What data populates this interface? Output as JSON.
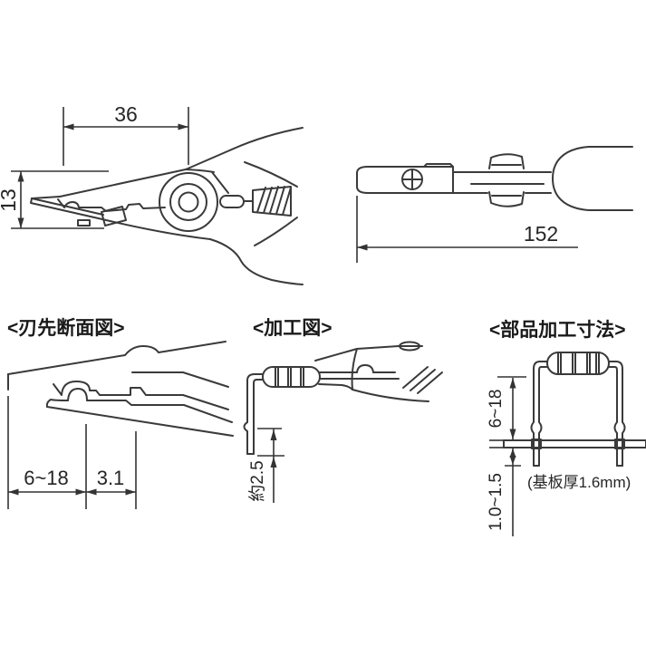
{
  "canvas": {
    "background": "#ffffff",
    "line_color": "#3a3a3a",
    "text_color": "#262626"
  },
  "side_view": {
    "width_mm": "36",
    "height_mm": "13"
  },
  "top_view": {
    "length_mm": "152"
  },
  "blade_section": {
    "title": "<刃先断面図>",
    "edge_range": "6~18",
    "edge_width": "3.1"
  },
  "process_fig": {
    "title": "<加工図>",
    "bend_length": "約2.5"
  },
  "part_dims": {
    "title": "<部品加工寸法>",
    "height_range": "6~18",
    "lead_protrusion": "1.0~1.5",
    "board_note": "(基板厚1.6mm)"
  }
}
